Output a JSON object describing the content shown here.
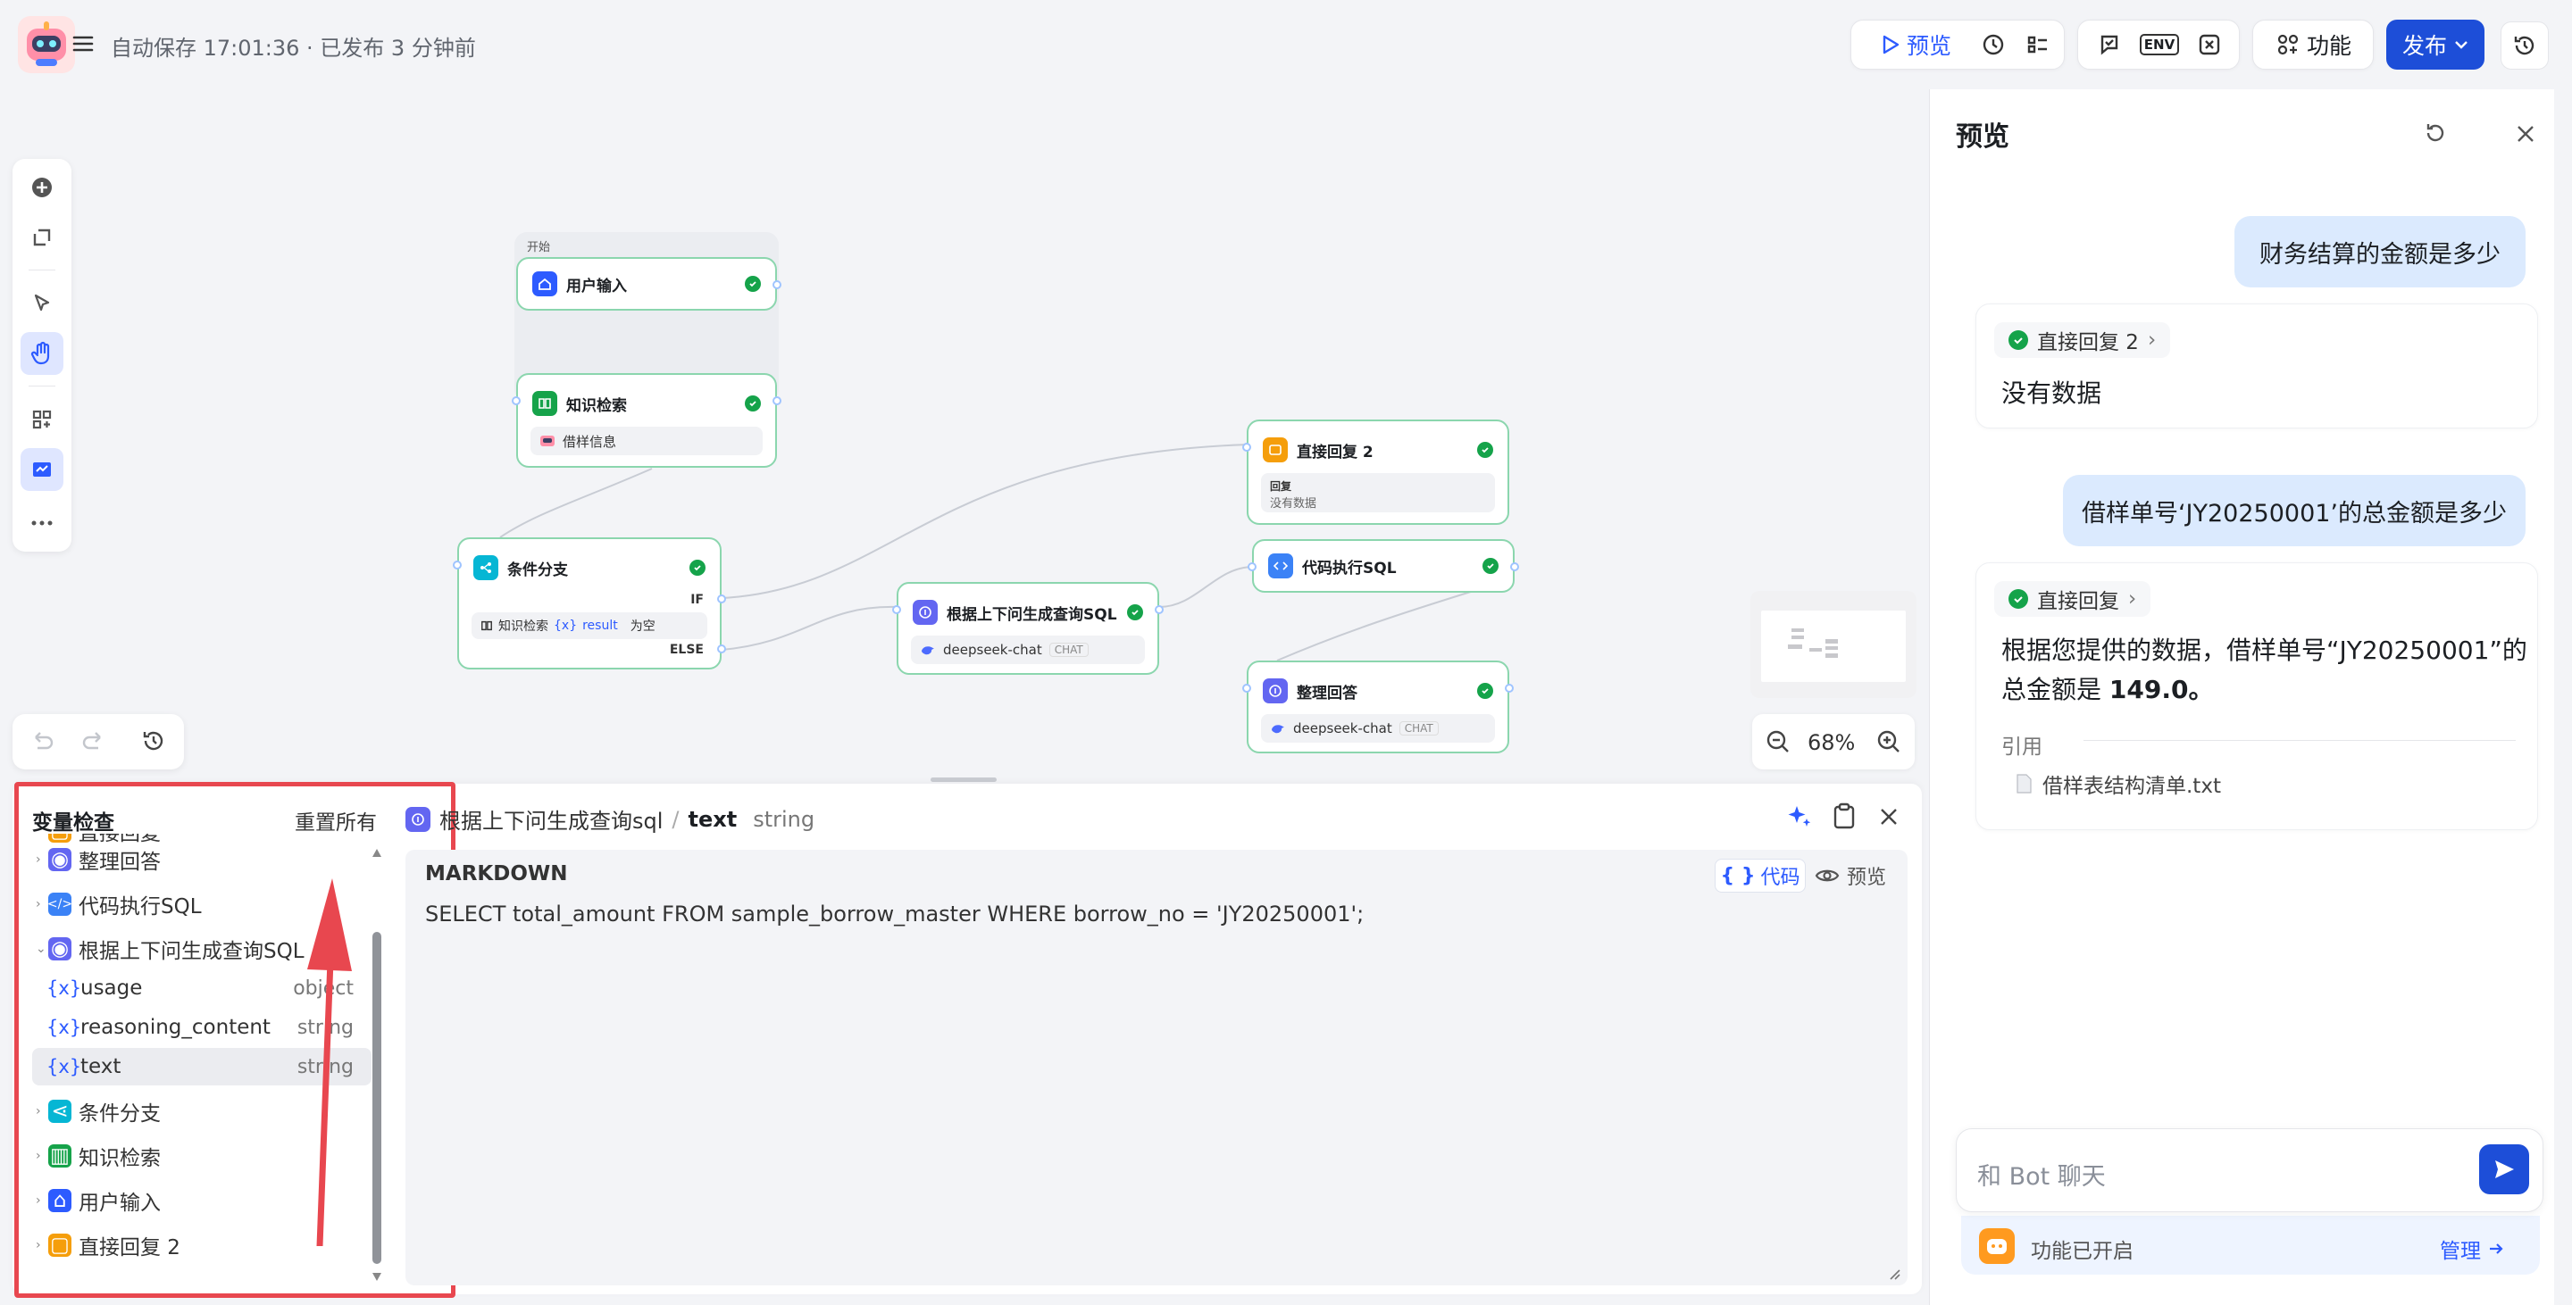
{
  "header": {
    "save_status": "自动保存 17:01:36 · 已发布 3 分钟前",
    "preview_label": "预览",
    "features_label": "功能",
    "publish_label": "发布",
    "env_label": "ENV"
  },
  "nodes": {
    "start_group_label": "开始",
    "user_input": "用户输入",
    "knowledge": "知识检索",
    "knowledge_item": "借样信息",
    "condition": "条件分支",
    "cond_if": "IF",
    "cond_else": "ELSE",
    "cond_src": "知识检索",
    "cond_var": "result",
    "cond_op": "为空",
    "gen_sql": "根据上下问生成查询SQL",
    "gen_sql_model": "deepseek-chat",
    "chat_tag": "CHAT",
    "reply2": "直接回复 2",
    "reply2_label": "回复",
    "reply2_value": "没有数据",
    "exec_sql": "代码执行SQL",
    "summarize": "整理回答",
    "summarize_model": "deepseek-chat"
  },
  "zoom": {
    "level": "68%"
  },
  "var_panel": {
    "title": "变量检查",
    "reset": "重置所有",
    "items": [
      {
        "label": "直接回复"
      },
      {
        "label": "整理回答"
      },
      {
        "label": "代码执行SQL"
      },
      {
        "label": "根据上下问生成查询SQL"
      },
      {
        "label": "usage",
        "type": "object"
      },
      {
        "label": "reasoning_content",
        "type": "string"
      },
      {
        "label": "text",
        "type": "string"
      },
      {
        "label": "条件分支"
      },
      {
        "label": "知识检索"
      },
      {
        "label": "用户输入"
      },
      {
        "label": "直接回复 2"
      }
    ]
  },
  "detail": {
    "node": "根据上下问生成查询sql",
    "sep": "/",
    "var": "text",
    "type": "string",
    "format": "MARKDOWN",
    "code_tab": "代码",
    "preview_tab": "预览",
    "content": "SELECT total_amount FROM sample_borrow_master WHERE borrow_no = 'JY20250001';"
  },
  "preview": {
    "title": "预览",
    "msg1_user": "财务结算的金额是多少",
    "msg1_node": "直接回复 2",
    "msg1_bot": "没有数据",
    "msg2_user": "借样单号‘JY20250001’的总金额是多少",
    "msg2_node": "直接回复",
    "msg2_bot_a": "根据您提供的数据，借样单号“JY20250001”的",
    "msg2_bot_b": "总金额是 ",
    "msg2_bot_bold": "149.0。",
    "cite_label": "引用",
    "cite_file": "借样表结构清单.txt",
    "input_placeholder": "和 Bot 聊天",
    "feature_status": "功能已开启",
    "manage_label": "管理"
  }
}
